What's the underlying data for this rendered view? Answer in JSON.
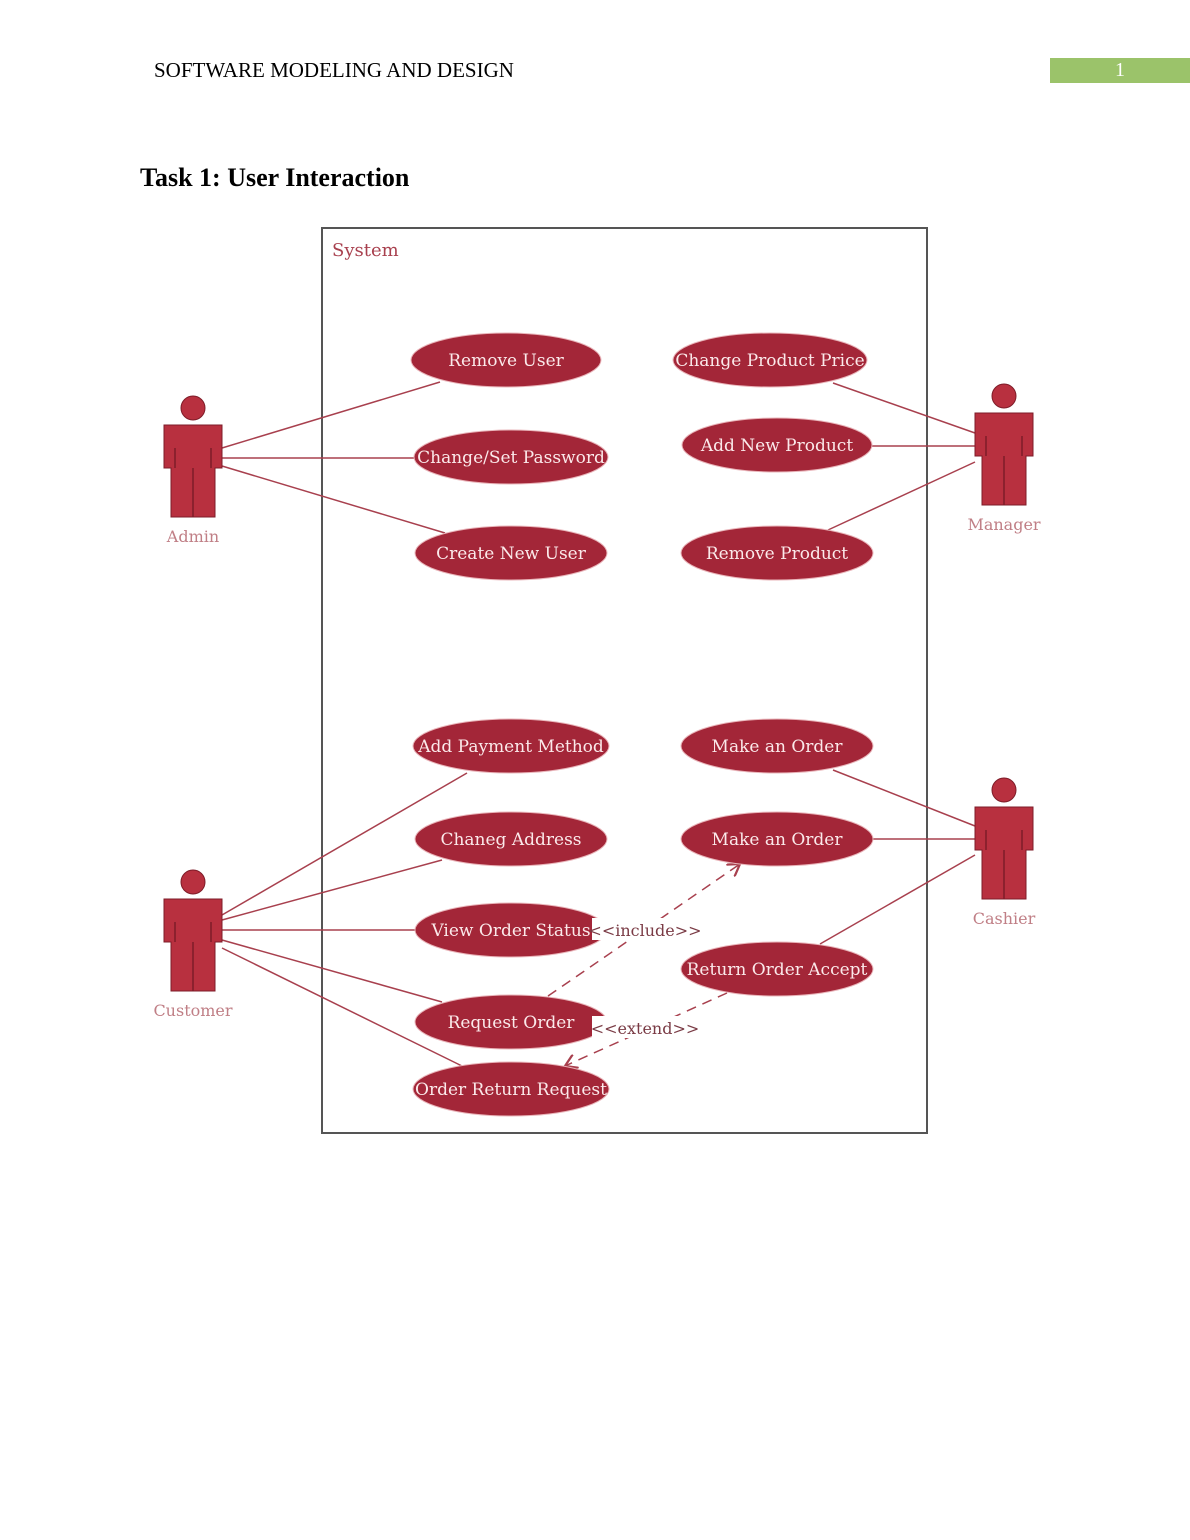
{
  "header": {
    "running_title": "SOFTWARE MODELING AND DESIGN",
    "page_number": "1"
  },
  "section_title": "Task 1: User Interaction",
  "diagram": {
    "system_label": "System",
    "actors": {
      "admin": "Admin",
      "manager": "Manager",
      "customer": "Customer",
      "cashier": "Cashier"
    },
    "use_cases": {
      "remove_user": "Remove User",
      "change_set_password": "Change/Set Password",
      "create_new_user": "Create New User",
      "change_product_price": "Change Product Price",
      "add_new_product": "Add New Product",
      "remove_product": "Remove Product",
      "add_payment_method": "Add Payment Method",
      "chaneg_address": "Chaneg Address",
      "view_order_status": "View Order Status",
      "request_order": "Request Order",
      "order_return_request": "Order Return Request",
      "make_an_order_1": "Make an Order",
      "make_an_order_2": "Make an Order",
      "return_order_accept": "Return Order Accept"
    },
    "relations": {
      "include": "<<include>>",
      "extend": "<<extend>>"
    },
    "colors": {
      "use_case_fill": "#a32638",
      "actor_fill": "#b8303f",
      "line": "#a8404e"
    }
  }
}
